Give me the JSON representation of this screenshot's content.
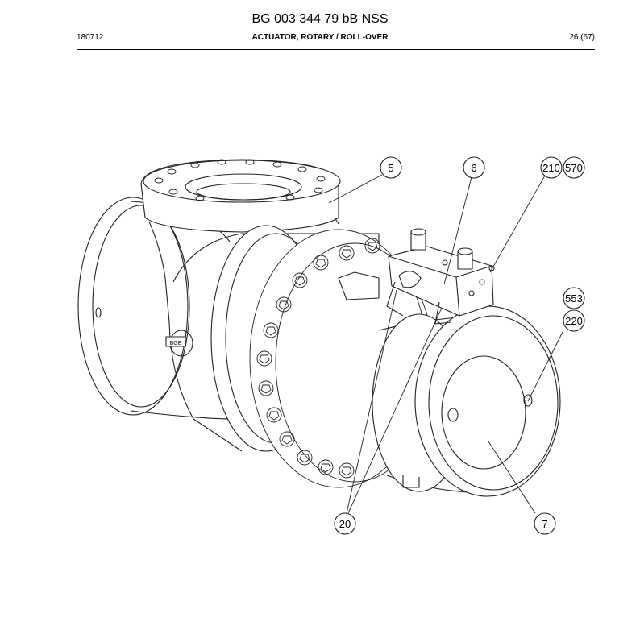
{
  "header": {
    "doc_number": "BG 003 344 79 bB NSS",
    "date_code": "180712",
    "title": "ACTUATOR, ROTARY / ROLL-OVER",
    "page": "26 (67)"
  },
  "callouts": [
    {
      "label": "5"
    },
    {
      "label": "6"
    },
    {
      "label": "210"
    },
    {
      "label": "570"
    },
    {
      "label": "553"
    },
    {
      "label": "220"
    },
    {
      "label": "20"
    },
    {
      "label": "7"
    }
  ],
  "nameplate_text": "BGE"
}
